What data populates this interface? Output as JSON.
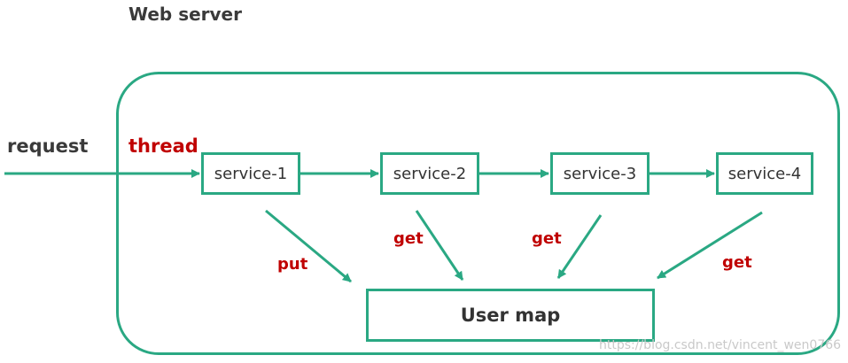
{
  "title": "Web server",
  "labels": {
    "request": "request",
    "thread": "thread"
  },
  "services": [
    "service-1",
    "service-2",
    "service-3",
    "service-4"
  ],
  "store": "User map",
  "operations": [
    "put",
    "get",
    "get",
    "get"
  ],
  "watermark": "https://blog.csdn.net/vincent_wen0766",
  "colors": {
    "line": "#2aa883",
    "operation_text": "#c00000",
    "text": "#333333"
  }
}
